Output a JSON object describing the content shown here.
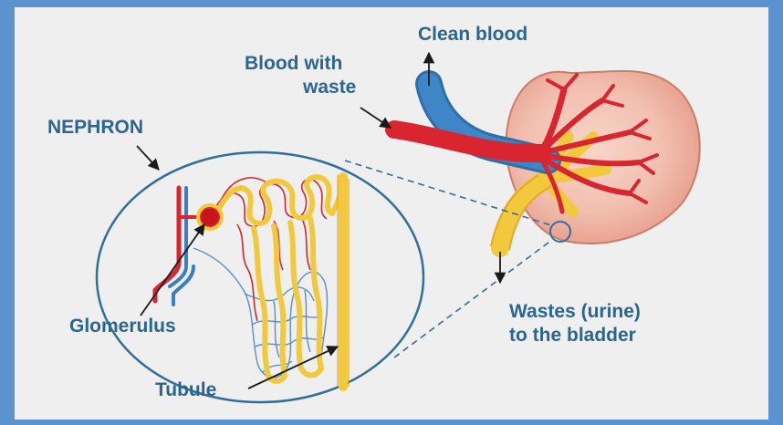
{
  "labels": {
    "clean_blood": "Clean blood",
    "blood_with_waste_line1": "Blood with",
    "blood_with_waste_line2": "waste",
    "nephron": "NEPHRON",
    "glomerulus": "Glomerulus",
    "tubule": "Tubule",
    "wastes_line1": "Wastes (urine)",
    "wastes_line2": "to the bladder"
  },
  "colors": {
    "frame": "#5b92cf",
    "background": "#efefef",
    "label_text": "#2a6690",
    "artery": "#d8252f",
    "vein": "#3a7fc1",
    "tubule": "#f2c93c",
    "kidney": "#f2bfaf",
    "outline": "#2f6f9a"
  },
  "icons": {
    "arrows": "pointer-arrow",
    "zoom_lines": "dashed-line"
  }
}
